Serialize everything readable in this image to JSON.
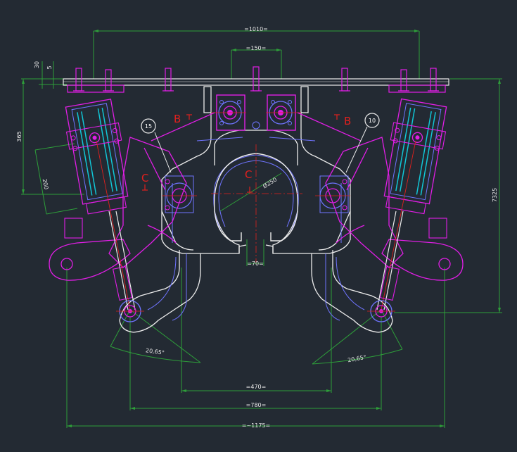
{
  "dimensions": {
    "overall_top": "=1010=",
    "top_center": "=150=",
    "left_30": "30",
    "left_5": "5",
    "left_365": "365",
    "left_200": "200",
    "right_7325": "7325",
    "bore": "Ø250",
    "slot_70": "=70=",
    "angle_left": "20,65°",
    "angle_right": "20,65°",
    "bottom_470": "=470=",
    "bottom_780": "=780=",
    "bottom_1175": "=~1175="
  },
  "sections": {
    "b_left": "B",
    "b_right": "B",
    "c_left": "C",
    "c_center": "C"
  },
  "balloons": {
    "left": "15",
    "right": "10"
  },
  "colors": {
    "background": "#232a33",
    "dimension": "#2e9e3a",
    "outline": "#ececec",
    "magenta": "#e11ee6",
    "blue": "#6f74ff",
    "cyan": "#11c6d6",
    "red": "#e0201e"
  }
}
